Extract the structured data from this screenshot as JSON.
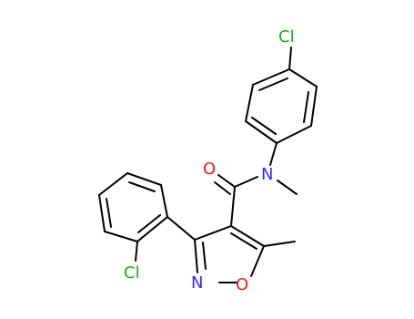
{
  "colors": {
    "carbon_bond": "#000000",
    "chlorine": "#1aaa1a",
    "nitrogen": "#2a2aff",
    "oxygen": "#ff1a1a"
  },
  "labels": {
    "cl_top": "Cl",
    "n_amide": "N",
    "o_carbonyl": "O",
    "cl_left": "Cl",
    "n_ring": "N",
    "o_ring": "O"
  }
}
